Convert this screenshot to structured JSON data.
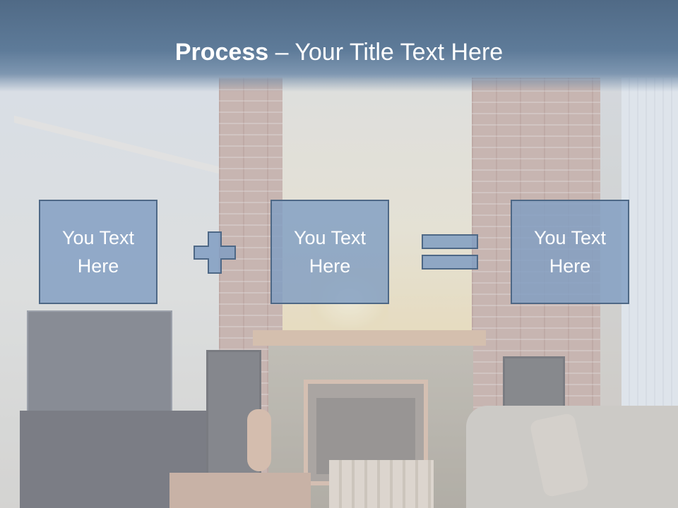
{
  "title": {
    "bold_part": "Process",
    "rest": " – Your Title Text Here"
  },
  "boxes": [
    {
      "line1": "You Text",
      "line2": "Here"
    },
    {
      "line1": "You Text",
      "line2": "Here"
    },
    {
      "line1": "You Text",
      "line2": "Here"
    }
  ],
  "operators": [
    "plus",
    "equals"
  ],
  "colors": {
    "title_bar": "#5e7b99",
    "box_fill": "#809dc2",
    "box_border": "#4e6886",
    "text": "#ffffff"
  }
}
